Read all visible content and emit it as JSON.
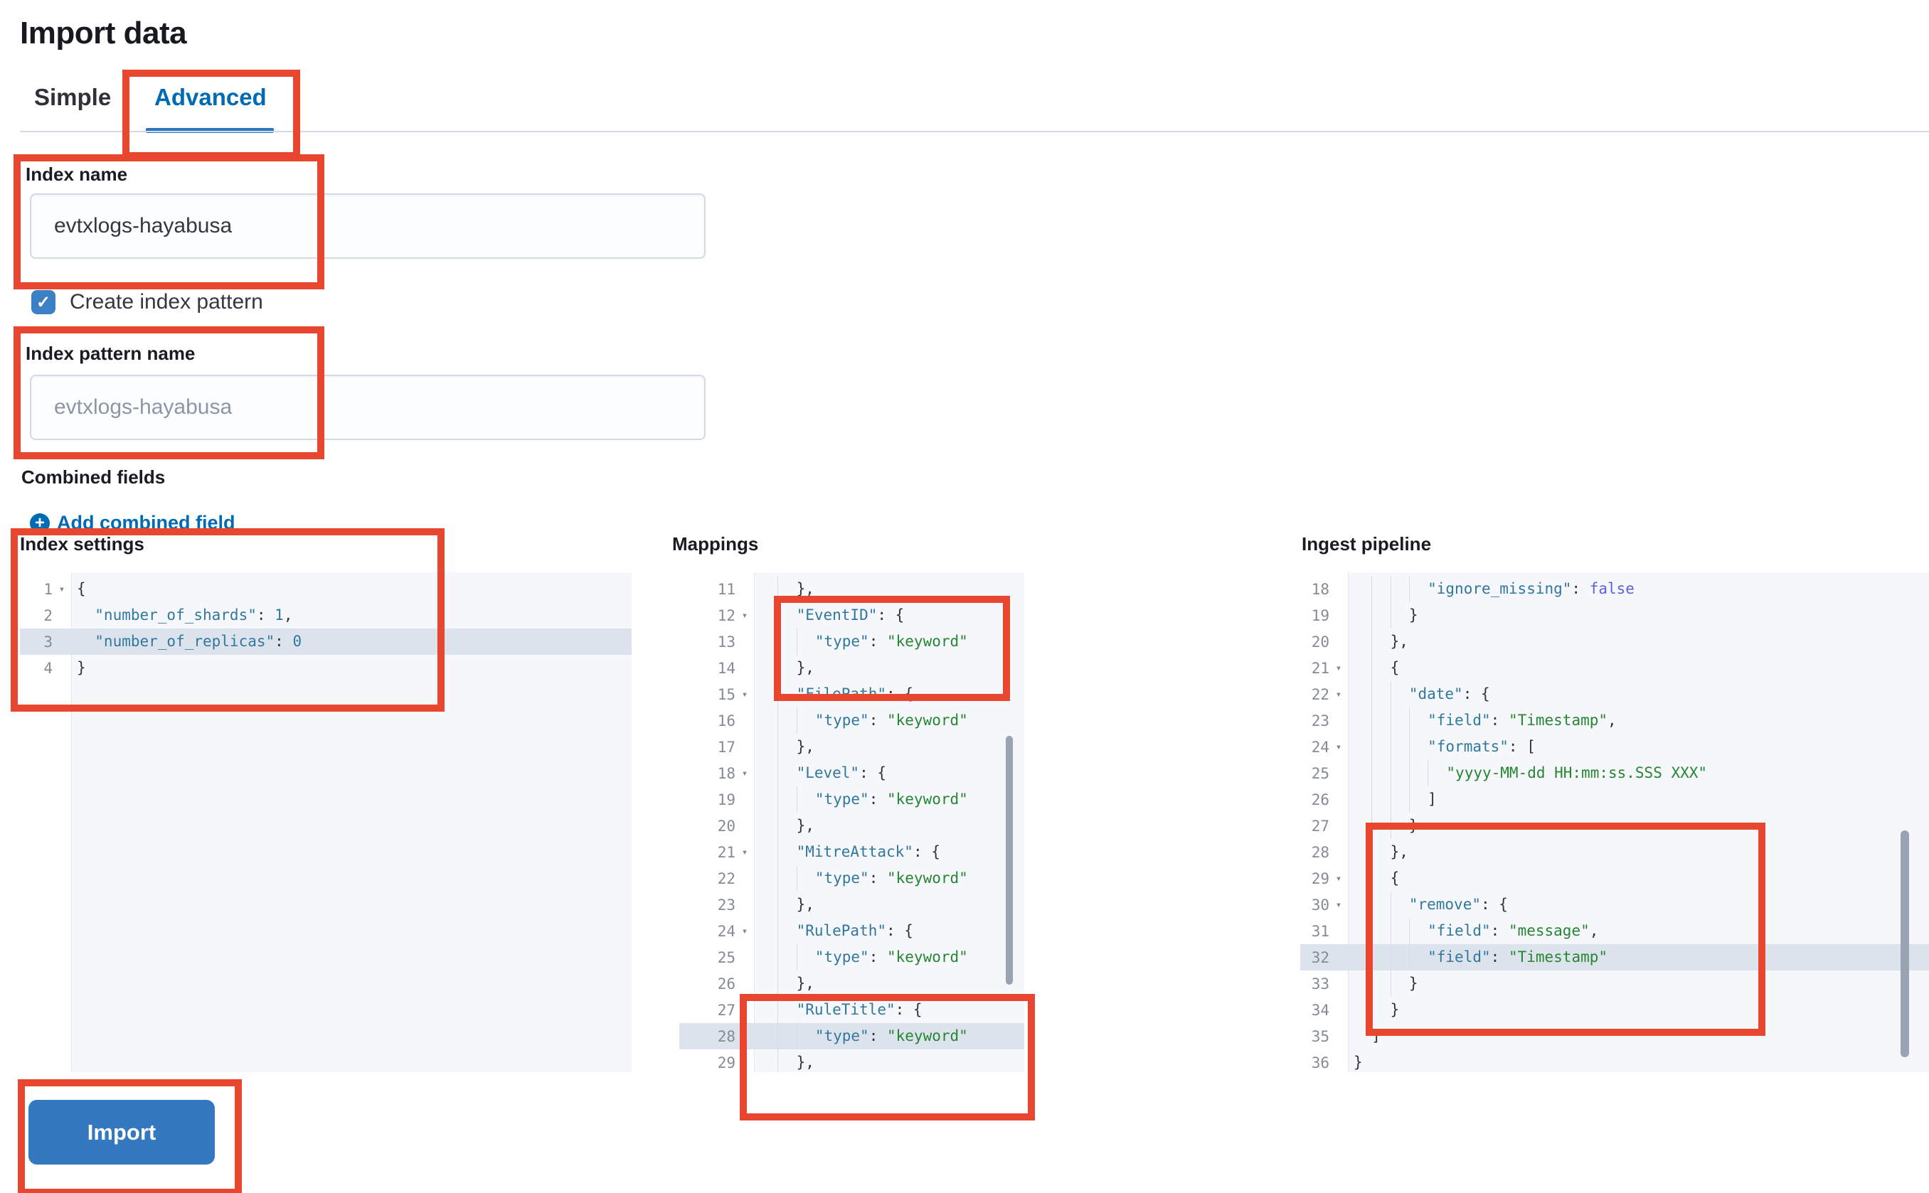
{
  "page": {
    "title": "Import data"
  },
  "tabs": [
    {
      "label": "Simple",
      "active": false
    },
    {
      "label": "Advanced",
      "active": true
    }
  ],
  "form": {
    "index_name": {
      "label": "Index name",
      "value": "evtxlogs-hayabusa",
      "placeholder": ""
    },
    "create_index_pattern": {
      "label": "Create index pattern",
      "checked": true,
      "check_glyph": "✓"
    },
    "index_pattern_name": {
      "label": "Index pattern name",
      "value": "",
      "placeholder": "evtxlogs-hayabusa"
    },
    "combined_fields": {
      "label": "Combined fields",
      "add_link": "Add combined field",
      "plus_glyph": "+"
    }
  },
  "import_button": {
    "label": "Import"
  },
  "colors": {
    "annotation": "#E8462E",
    "primary": "#006BB4",
    "button": "#3478BF",
    "tab_underline": "#2B77BF",
    "checkbox": "#3B7FC4",
    "editor_bg": "#F5F7FA",
    "active_line": "#DDE3ED",
    "code_key": "#31789E",
    "code_string": "#268633",
    "code_number": "#31789E",
    "code_boolean": "#5D5FE8",
    "code_punct": "#30343B",
    "gutter_text": "#858B94"
  },
  "icons": {
    "fold_arrow": "▾"
  },
  "editors": [
    {
      "id": "index-settings",
      "label": "Index settings",
      "active_line": "3",
      "rows": [
        {
          "n": "1",
          "fold": true,
          "ind": 0,
          "toks": [
            [
              "p",
              "{"
            ]
          ]
        },
        {
          "n": "2",
          "ind": 1,
          "toks": [
            [
              "k",
              "\"number_of_shards\""
            ],
            [
              "p",
              ": "
            ],
            [
              "n",
              "1"
            ],
            [
              "p",
              ","
            ]
          ]
        },
        {
          "n": "3",
          "ind": 1,
          "active": true,
          "toks": [
            [
              "k",
              "\"number_of_replicas\""
            ],
            [
              "p",
              ": "
            ],
            [
              "n",
              "0"
            ]
          ]
        },
        {
          "n": "4",
          "ind": 0,
          "toks": [
            [
              "p",
              "}"
            ]
          ]
        }
      ]
    },
    {
      "id": "mappings",
      "label": "Mappings",
      "active_line": "28",
      "rows": [
        {
          "n": "11",
          "ind": 2,
          "toks": [
            [
              "p",
              "},"
            ]
          ]
        },
        {
          "n": "12",
          "fold": true,
          "ind": 2,
          "toks": [
            [
              "k",
              "\"EventID\""
            ],
            [
              "p",
              ": {"
            ]
          ]
        },
        {
          "n": "13",
          "ind": 3,
          "toks": [
            [
              "k",
              "\"type\""
            ],
            [
              "p",
              ": "
            ],
            [
              "s",
              "\"keyword\""
            ]
          ]
        },
        {
          "n": "14",
          "ind": 2,
          "toks": [
            [
              "p",
              "},"
            ]
          ]
        },
        {
          "n": "15",
          "fold": true,
          "ind": 2,
          "toks": [
            [
              "k",
              "\"FilePath\""
            ],
            [
              "p",
              ": {"
            ]
          ]
        },
        {
          "n": "16",
          "ind": 3,
          "toks": [
            [
              "k",
              "\"type\""
            ],
            [
              "p",
              ": "
            ],
            [
              "s",
              "\"keyword\""
            ]
          ]
        },
        {
          "n": "17",
          "ind": 2,
          "toks": [
            [
              "p",
              "},"
            ]
          ]
        },
        {
          "n": "18",
          "fold": true,
          "ind": 2,
          "toks": [
            [
              "k",
              "\"Level\""
            ],
            [
              "p",
              ": {"
            ]
          ]
        },
        {
          "n": "19",
          "ind": 3,
          "toks": [
            [
              "k",
              "\"type\""
            ],
            [
              "p",
              ": "
            ],
            [
              "s",
              "\"keyword\""
            ]
          ]
        },
        {
          "n": "20",
          "ind": 2,
          "toks": [
            [
              "p",
              "},"
            ]
          ]
        },
        {
          "n": "21",
          "fold": true,
          "ind": 2,
          "toks": [
            [
              "k",
              "\"MitreAttack\""
            ],
            [
              "p",
              ": {"
            ]
          ]
        },
        {
          "n": "22",
          "ind": 3,
          "toks": [
            [
              "k",
              "\"type\""
            ],
            [
              "p",
              ": "
            ],
            [
              "s",
              "\"keyword\""
            ]
          ]
        },
        {
          "n": "23",
          "ind": 2,
          "toks": [
            [
              "p",
              "},"
            ]
          ]
        },
        {
          "n": "24",
          "fold": true,
          "ind": 2,
          "toks": [
            [
              "k",
              "\"RulePath\""
            ],
            [
              "p",
              ": {"
            ]
          ]
        },
        {
          "n": "25",
          "ind": 3,
          "toks": [
            [
              "k",
              "\"type\""
            ],
            [
              "p",
              ": "
            ],
            [
              "s",
              "\"keyword\""
            ]
          ]
        },
        {
          "n": "26",
          "ind": 2,
          "toks": [
            [
              "p",
              "},"
            ]
          ]
        },
        {
          "n": "27",
          "fold": true,
          "ind": 2,
          "toks": [
            [
              "k",
              "\"RuleTitle\""
            ],
            [
              "p",
              ": {"
            ]
          ]
        },
        {
          "n": "28",
          "ind": 3,
          "active": true,
          "toks": [
            [
              "k",
              "\"type\""
            ],
            [
              "p",
              ": "
            ],
            [
              "s",
              "\"keyword\""
            ]
          ]
        },
        {
          "n": "29",
          "ind": 2,
          "toks": [
            [
              "p",
              "},"
            ]
          ]
        }
      ]
    },
    {
      "id": "ingest-pipeline",
      "label": "Ingest pipeline",
      "active_line": "32",
      "rows": [
        {
          "n": "18",
          "ind": 4,
          "toks": [
            [
              "k",
              "\"ignore_missing\""
            ],
            [
              "p",
              ": "
            ],
            [
              "b",
              "false"
            ]
          ]
        },
        {
          "n": "19",
          "ind": 3,
          "toks": [
            [
              "p",
              "}"
            ]
          ]
        },
        {
          "n": "20",
          "ind": 2,
          "toks": [
            [
              "p",
              "},"
            ]
          ]
        },
        {
          "n": "21",
          "fold": true,
          "ind": 2,
          "toks": [
            [
              "p",
              "{"
            ]
          ]
        },
        {
          "n": "22",
          "fold": true,
          "ind": 3,
          "toks": [
            [
              "k",
              "\"date\""
            ],
            [
              "p",
              ": {"
            ]
          ]
        },
        {
          "n": "23",
          "ind": 4,
          "toks": [
            [
              "k",
              "\"field\""
            ],
            [
              "p",
              ": "
            ],
            [
              "s",
              "\"Timestamp\""
            ],
            [
              "p",
              ","
            ]
          ]
        },
        {
          "n": "24",
          "fold": true,
          "ind": 4,
          "toks": [
            [
              "k",
              "\"formats\""
            ],
            [
              "p",
              ": ["
            ]
          ]
        },
        {
          "n": "25",
          "ind": 5,
          "toks": [
            [
              "s",
              "\"yyyy-MM-dd HH:mm:ss.SSS XXX\""
            ]
          ]
        },
        {
          "n": "26",
          "ind": 4,
          "toks": [
            [
              "p",
              "]"
            ]
          ]
        },
        {
          "n": "27",
          "ind": 3,
          "toks": [
            [
              "p",
              "}"
            ]
          ]
        },
        {
          "n": "28",
          "ind": 2,
          "toks": [
            [
              "p",
              "},"
            ]
          ]
        },
        {
          "n": "29",
          "fold": true,
          "ind": 2,
          "toks": [
            [
              "p",
              "{"
            ]
          ]
        },
        {
          "n": "30",
          "fold": true,
          "ind": 3,
          "toks": [
            [
              "k",
              "\"remove\""
            ],
            [
              "p",
              ": {"
            ]
          ]
        },
        {
          "n": "31",
          "ind": 4,
          "toks": [
            [
              "k",
              "\"field\""
            ],
            [
              "p",
              ": "
            ],
            [
              "s",
              "\"message\""
            ],
            [
              "p",
              ","
            ]
          ]
        },
        {
          "n": "32",
          "ind": 4,
          "active": true,
          "toks": [
            [
              "k",
              "\"field\""
            ],
            [
              "p",
              ": "
            ],
            [
              "s",
              "\"Timestamp\""
            ]
          ]
        },
        {
          "n": "33",
          "ind": 3,
          "toks": [
            [
              "p",
              "}"
            ]
          ]
        },
        {
          "n": "34",
          "ind": 2,
          "toks": [
            [
              "p",
              "}"
            ]
          ]
        },
        {
          "n": "35",
          "ind": 1,
          "toks": [
            [
              "p",
              "]"
            ]
          ]
        },
        {
          "n": "36",
          "ind": 0,
          "toks": [
            [
              "p",
              "}"
            ]
          ]
        }
      ]
    }
  ]
}
